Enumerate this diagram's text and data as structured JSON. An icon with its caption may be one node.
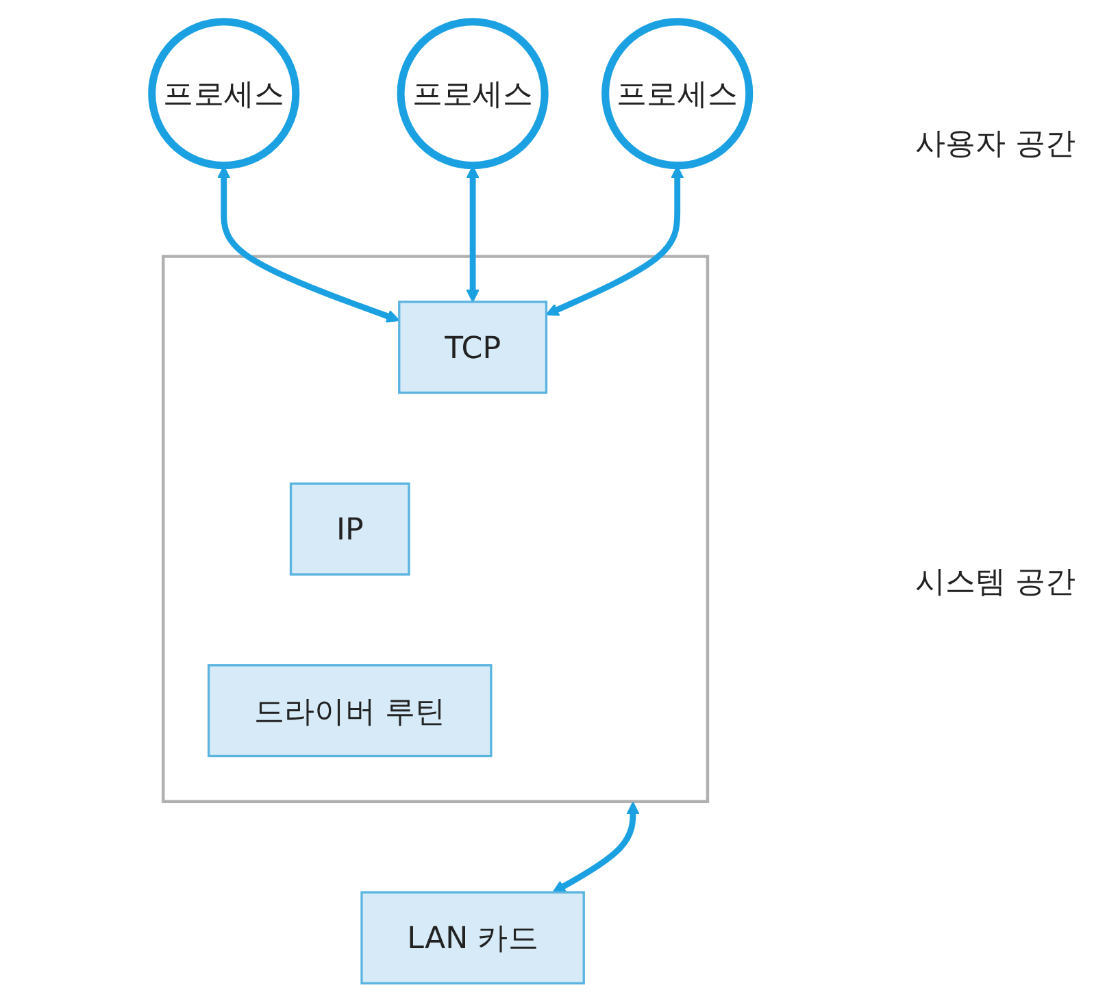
{
  "diagram": {
    "nodes": [
      {
        "text": [
          "프로세스"
        ]
      },
      {
        "text": [
          "프로세스"
        ]
      },
      {
        "text": [
          "프로세스"
        ]
      },
      {
        "text": [],
        "shape": "box"
      },
      {
        "text": [
          "TCP"
        ],
        "in": 3
      },
      {
        "text": [
          "IP"
        ],
        "in": 3
      },
      {
        "text": [
          "드라이버 루틴"
        ],
        "in": 3
      },
      {
        "text": [
          "LAN 카드"
        ]
      }
    ],
    "edges": [
      {
        "from": 0,
        "to": 4,
        "arrow": "both"
      },
      {
        "from": 1,
        "to": 4,
        "arrow": "both"
      },
      {
        "from": 2,
        "to": 4,
        "arrow": "both"
      },
      {
        "from": 3,
        "to": 7,
        "arrow": "both"
      }
    ],
    "labels": [
      "사용자 공간",
      "시스템 공간"
    ]
  }
}
